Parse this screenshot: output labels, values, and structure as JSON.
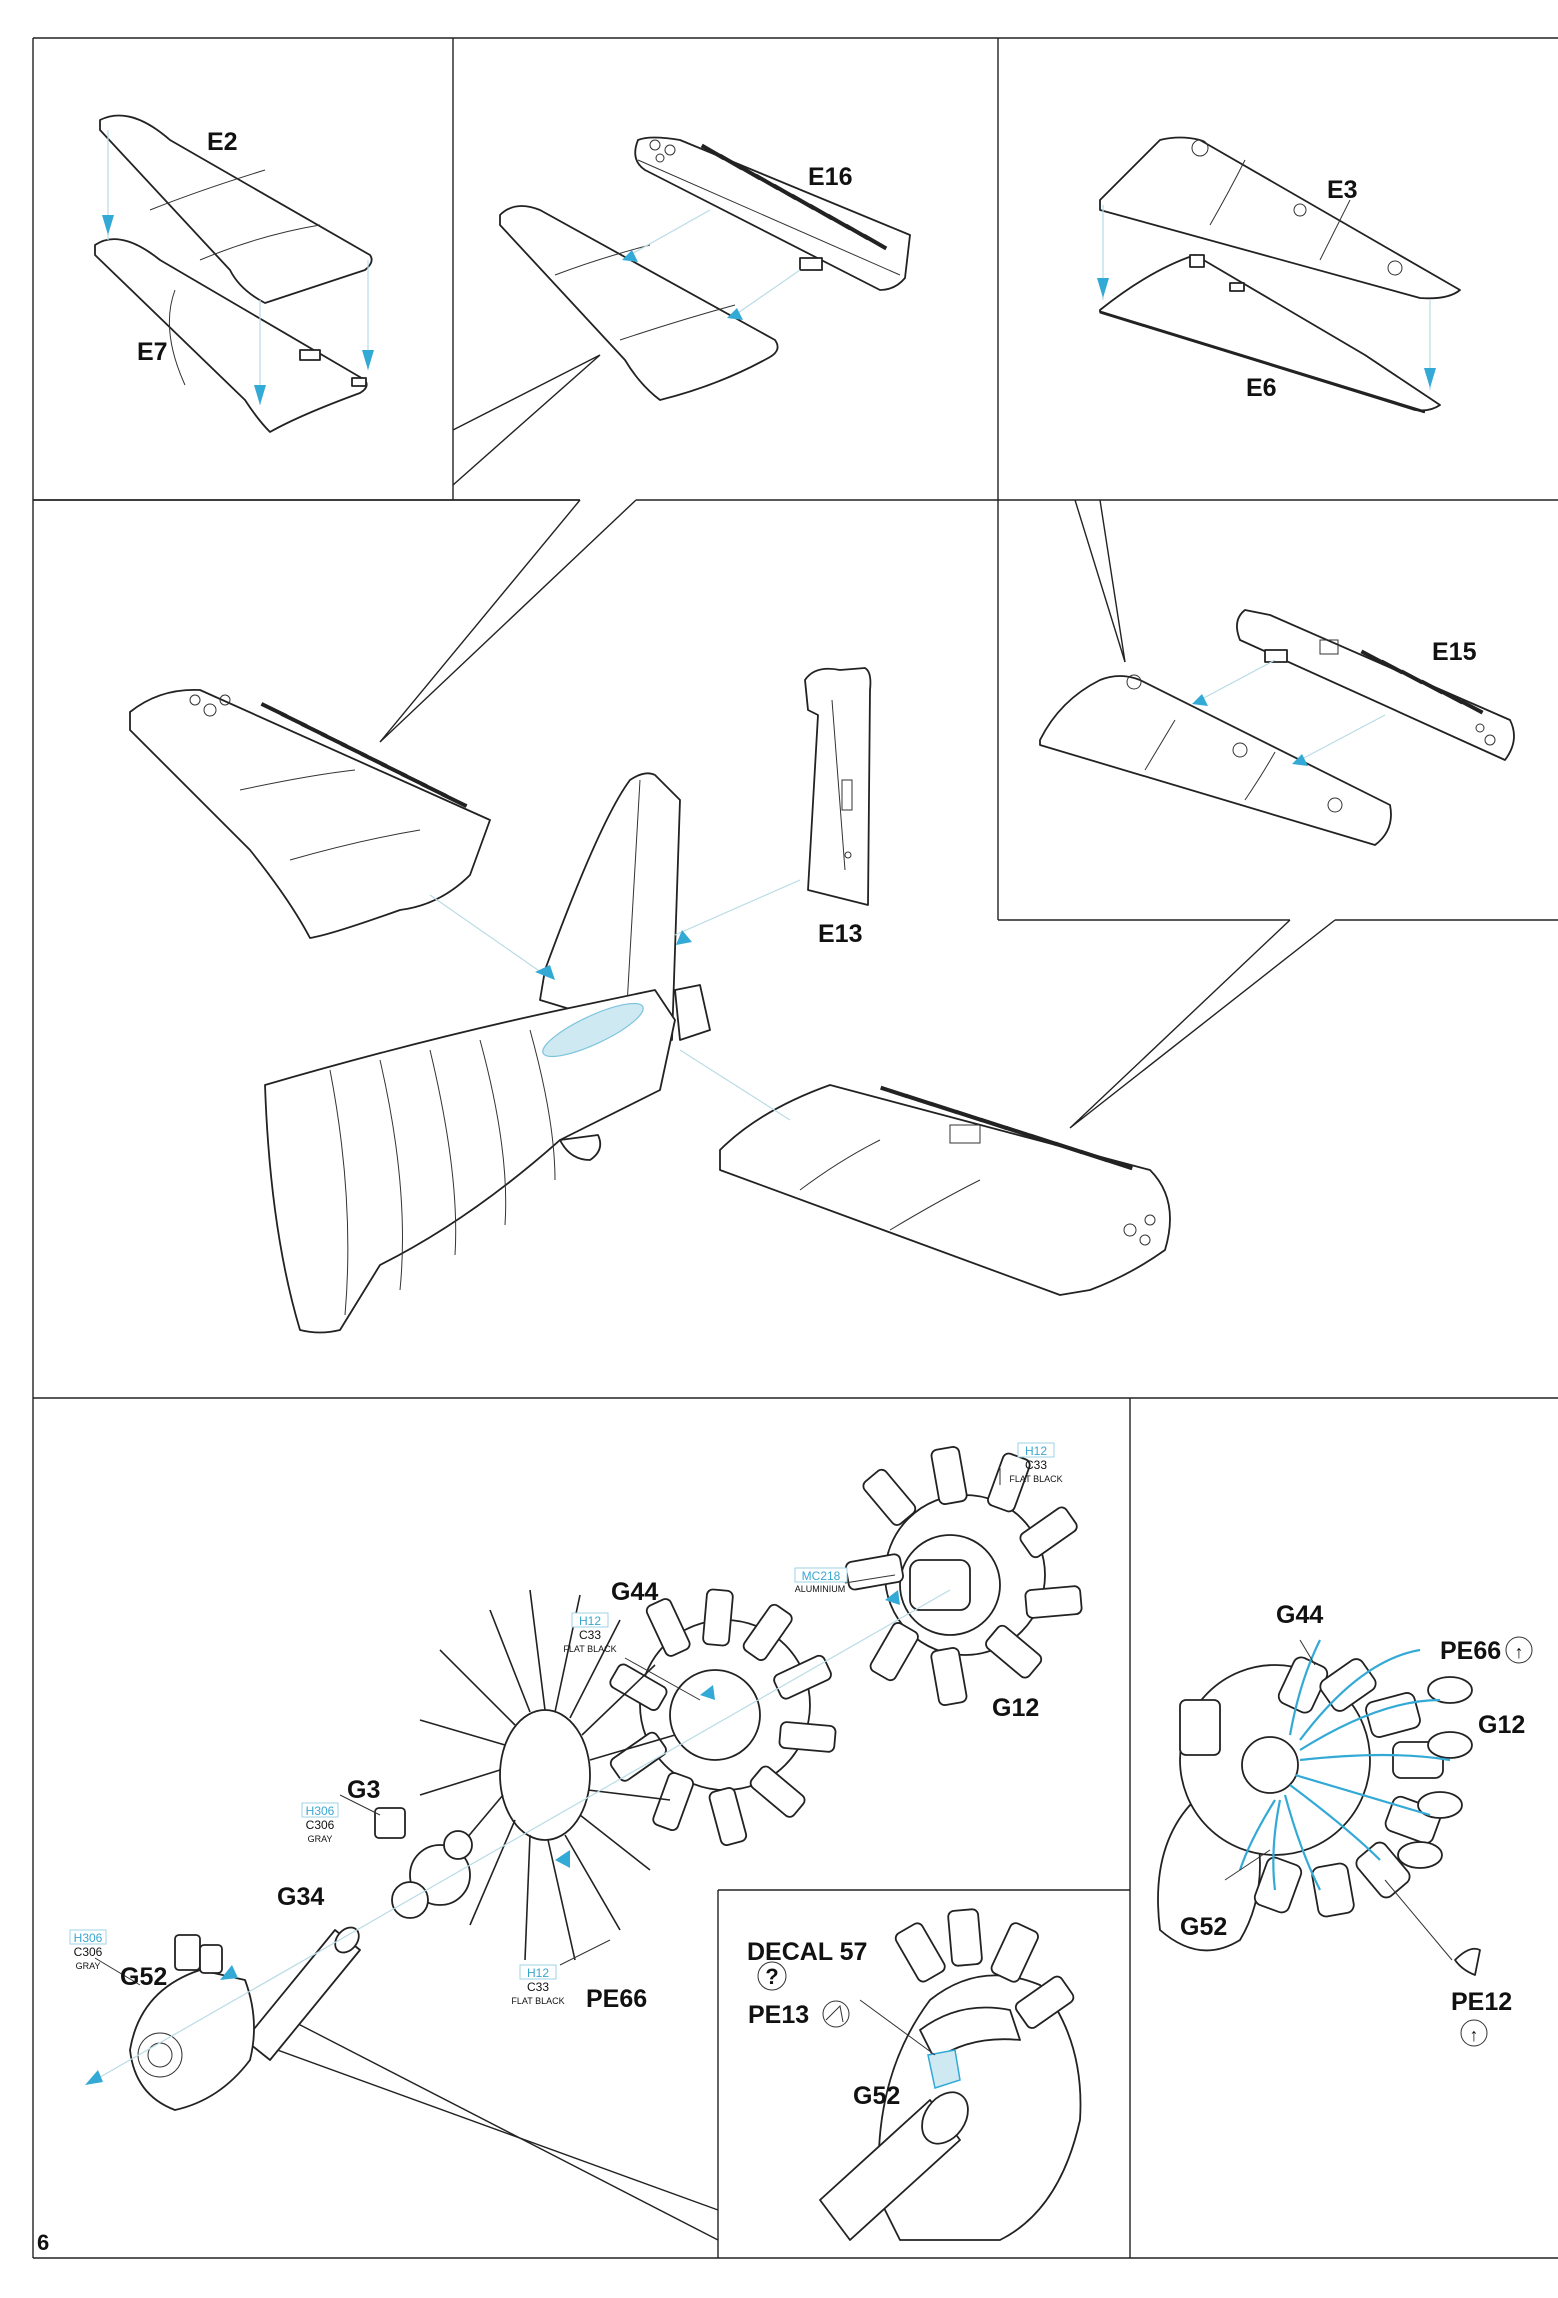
{
  "page": {
    "number": "6"
  },
  "labels": {
    "e2": "E2",
    "e7": "E7",
    "e16": "E16",
    "e3": "E3",
    "e6": "E6",
    "e15": "E15",
    "e13": "E13",
    "g44": "G44",
    "g12": "G12",
    "g3": "G3",
    "g34": "G34",
    "g52": "G52",
    "pe66": "PE66",
    "detail_g44": "G44",
    "detail_pe66": "PE66",
    "detail_g12": "G12",
    "detail_g52": "G52",
    "detail_pe12": "PE12",
    "inset_decal": "DECAL 57",
    "inset_pe13": "PE13",
    "inset_g52": "G52"
  },
  "symbols": {
    "question": "?",
    "arrow_up": "↑"
  },
  "paints": {
    "g12": {
      "code": "H12",
      "code2": "C33",
      "name": "FLAT BLACK"
    },
    "g44_mc": {
      "code": "MC218",
      "name": "ALUMINIUM"
    },
    "g44": {
      "code": "H12",
      "code2": "C33",
      "name": "FLAT BLACK"
    },
    "g3": {
      "code": "H306",
      "code2": "C306",
      "name": "GRAY"
    },
    "pe66": {
      "code": "H12",
      "code2": "C33",
      "name": "FLAT BLACK"
    },
    "g52": {
      "code": "H306",
      "code2": "C306",
      "name": "GRAY"
    }
  },
  "colors": {
    "callout": "#33a9d6",
    "guide": "#b9dbe6",
    "ink": "#222222"
  }
}
